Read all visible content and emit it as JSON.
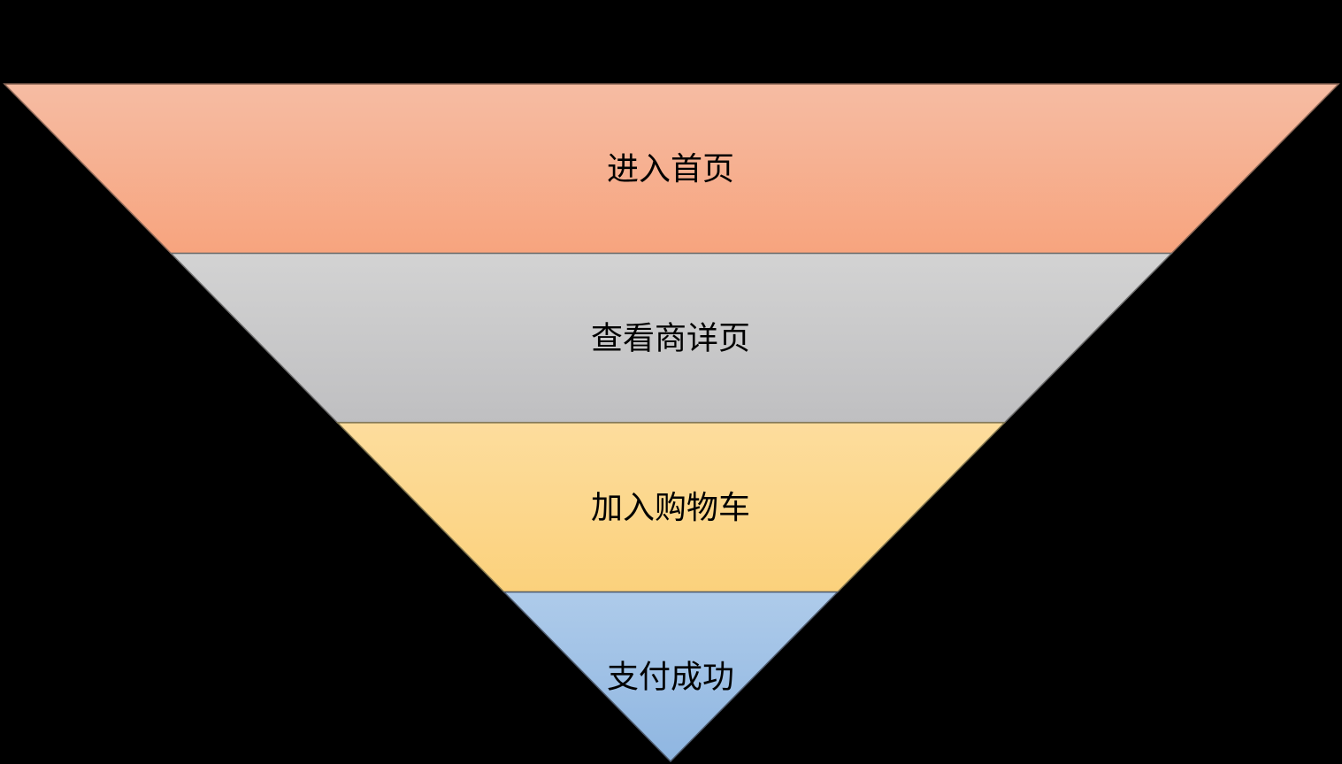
{
  "page": {
    "background_color": "#000000"
  },
  "funnel": {
    "description": "inverted-pyramid-conversion-funnel",
    "text_color": "#000000",
    "stages": [
      {
        "label": "进入首页",
        "fill_top": "#F6BCA3",
        "fill_bottom": "#F7A47E",
        "stroke": "#8E6958"
      },
      {
        "label": "查看商详页",
        "fill_top": "#D3D3D3",
        "fill_bottom": "#BFBFC1",
        "stroke": "#6F6F6F"
      },
      {
        "label": "加入购物车",
        "fill_top": "#FDDD9D",
        "fill_bottom": "#FBD17C",
        "stroke": "#80754E"
      },
      {
        "label": "支付成功",
        "fill_top": "#AECBEA",
        "fill_bottom": "#8FB6E1",
        "stroke": "#4E5A6C"
      }
    ]
  }
}
